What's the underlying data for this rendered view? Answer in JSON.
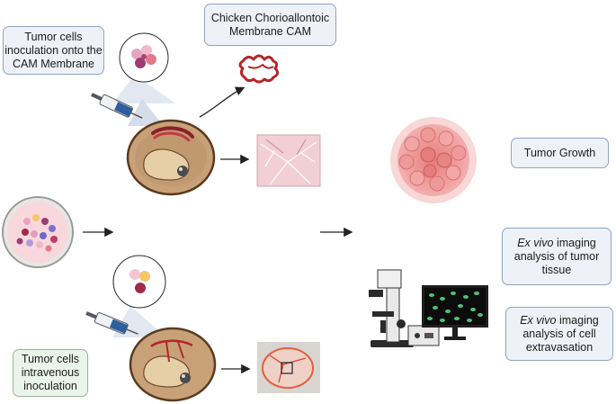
{
  "labels": {
    "inoculation_cam": [
      "Tumor cells",
      "inoculation onto the",
      "CAM Membrane"
    ],
    "chicken_cam": [
      "Chicken Chorioallontoic",
      "Membrane CAM"
    ],
    "intravenous": [
      "Tumor cells",
      "intravenous",
      "inoculation"
    ],
    "tumor_growth": "Tumor Growth",
    "ex_vivo_tumor": {
      "italic": "Ex vivo",
      "rest": " imaging",
      "lines": [
        "analysis of tumor",
        "tissue"
      ]
    },
    "ex_vivo_cell": {
      "italic": "Ex vivo",
      "rest": " imaging",
      "lines": [
        "analysis of cell",
        "extravasation"
      ]
    }
  },
  "colors": {
    "label_fill": "#eef2f8",
    "label_border": "#8fa3bf",
    "intravenous_fill": "#eaf5ea",
    "egg_shell": "#c9a178",
    "embryo": "#e6cfa6",
    "vessel_red": "#b3262a",
    "tumor_pink": "#e98a8a",
    "monitor_cells": "#4ec27a"
  },
  "icons": [
    "syringe-icon",
    "egg-icon",
    "petri-dish-icon",
    "tumor-spheroid-icon",
    "microscope-icon",
    "monitor-icon",
    "blood-vessel-icon"
  ]
}
